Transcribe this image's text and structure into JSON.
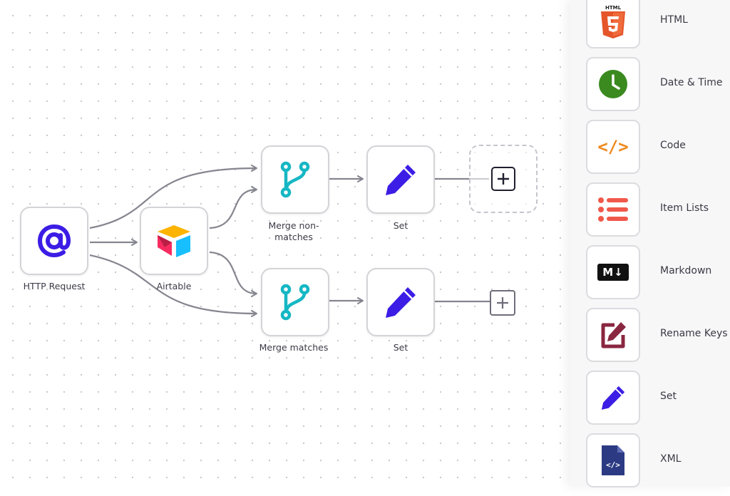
{
  "canvas": {
    "nodes": [
      {
        "id": "http",
        "label": "HTTP Request",
        "icon": "at-sign-icon"
      },
      {
        "id": "airtable",
        "label": "Airtable",
        "icon": "airtable-icon"
      },
      {
        "id": "merge-non",
        "label": "Merge non-\nmatches",
        "icon": "merge-branch-icon"
      },
      {
        "id": "set-top",
        "label": "Set",
        "icon": "pencil-icon"
      },
      {
        "id": "merge-match",
        "label": "Merge matches",
        "icon": "merge-branch-icon"
      },
      {
        "id": "set-bottom",
        "label": "Set",
        "icon": "pencil-icon"
      }
    ],
    "add_node_top": "+",
    "add_node_bottom": "+"
  },
  "panel": {
    "items": [
      {
        "label": "HTML",
        "icon": "html5-icon",
        "icon_text": "HTML"
      },
      {
        "label": "Date & Time",
        "icon": "clock-icon"
      },
      {
        "label": "Code",
        "icon": "code-brackets-icon",
        "icon_text": "</>"
      },
      {
        "label": "Item Lists",
        "icon": "list-icon"
      },
      {
        "label": "Markdown",
        "icon": "markdown-icon",
        "icon_text": "M↓"
      },
      {
        "label": "Rename Keys",
        "icon": "edit-box-icon"
      },
      {
        "label": "Set",
        "icon": "pencil-icon"
      },
      {
        "label": "XML",
        "icon": "xml-file-icon",
        "icon_text": "</>"
      }
    ]
  },
  "colors": {
    "wire": "#85858f",
    "accent_purple": "#3c1de5",
    "teal": "#16b7c4",
    "html_orange": "#e5552a",
    "clock_green": "#3a8a20",
    "code_orange": "#f08a1e",
    "list_red": "#f0584a",
    "rename_maroon": "#8a2740",
    "xml_navy": "#2b3a82"
  }
}
